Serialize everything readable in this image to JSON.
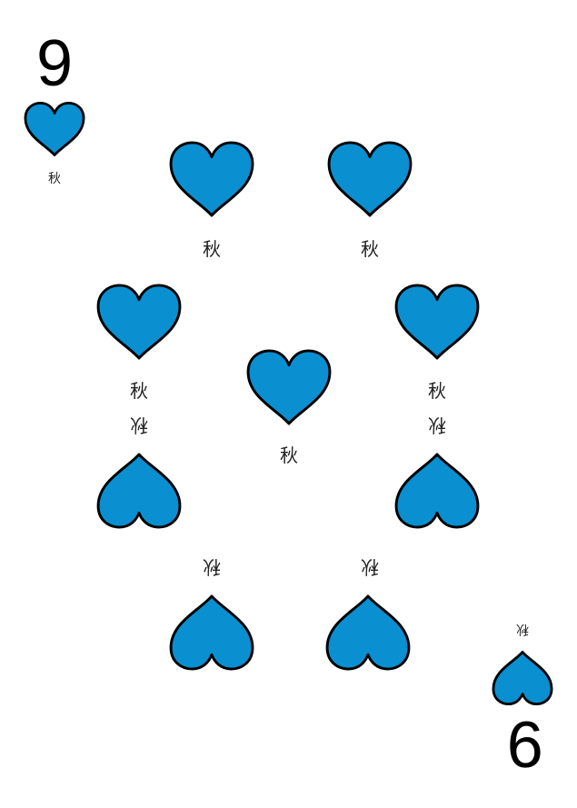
{
  "card": {
    "rank": "9",
    "rank_inverted": "9",
    "suit_char": "秋",
    "suit_icon": "heart-icon",
    "pip_count": 9
  },
  "colors": {
    "pip_fill": "#0a8fd0",
    "pip_stroke": "#000000",
    "text": "#222222",
    "background": "#ffffff"
  }
}
